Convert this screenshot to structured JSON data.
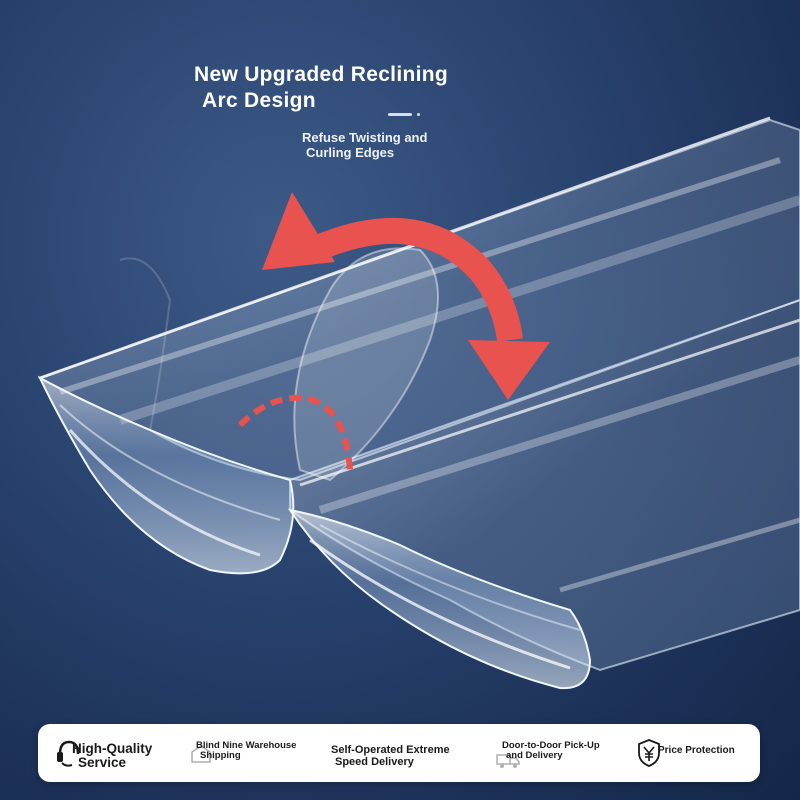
{
  "hero": {
    "title_line1": "New Upgraded Reclining",
    "title_line2": "Arc Design",
    "subtitle_line1": "Refuse Twisting and",
    "subtitle_line2": "Curling Edges"
  },
  "colors": {
    "background": "#22396a",
    "arrow": "#e8524f",
    "accent_white": "#ffffff",
    "bar": "#ffffff",
    "bar_text": "#1a1a1a"
  },
  "services": [
    {
      "icon": "headset-icon",
      "line1": "High-Quality",
      "line2": "Service"
    },
    {
      "icon": "warehouse-icon",
      "line1": "Blind Nine Warehouse",
      "line2": "Shipping"
    },
    {
      "icon": "",
      "line1": "Self-Operated Extreme",
      "line2": "Speed Delivery"
    },
    {
      "icon": "truck-icon",
      "line1": "Door-to-Door Pick-Up",
      "line2": "and Delivery"
    },
    {
      "icon": "yuan-shield-icon",
      "line1": "Price Protection",
      "line2": ""
    }
  ]
}
